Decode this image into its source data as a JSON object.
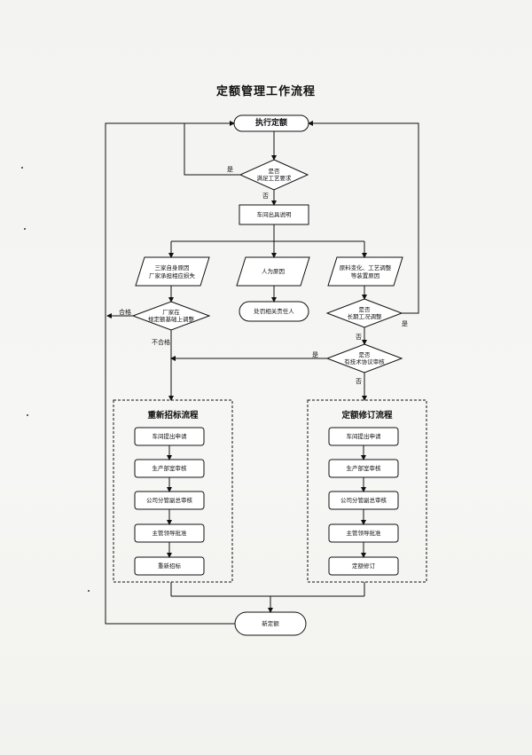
{
  "title": "定额管理工作流程",
  "nodes": {
    "start": "执行定额",
    "check1": [
      "是否",
      "满足工艺要求"
    ],
    "explain": "车间出具说明",
    "reasonA": [
      "三家自身原因",
      "厂家承担相应损失"
    ],
    "reasonB": "人为原因",
    "reasonC": [
      "原料变化、工艺调整",
      "等装置原因"
    ],
    "adjustA": [
      "厂家在",
      "规定额基础上调整"
    ],
    "punish": "处罚相关责任人",
    "check2": [
      "是否",
      "长期工况调整"
    ],
    "check3": [
      "是否",
      "有技术协议审核"
    ],
    "new_quota": "新定额"
  },
  "labels": {
    "yes": "是",
    "no": "否",
    "pass": "合格",
    "fail": "不合格"
  },
  "groups": {
    "left": {
      "title": "重新招标流程",
      "steps": [
        "车间提出申请",
        "生产部室审核",
        "公司分管副总审核",
        "主管领导批准",
        "重新招标"
      ]
    },
    "right": {
      "title": "定额修订流程",
      "steps": [
        "车间提出申请",
        "生产部室审核",
        "公司分管副总审核",
        "主管领导批准",
        "定额修订"
      ]
    }
  }
}
